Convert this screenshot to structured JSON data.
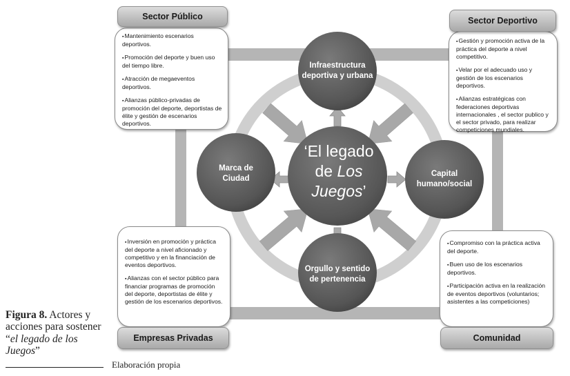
{
  "center": {
    "line1": "‘El legado",
    "line2_prefix": "de ",
    "line2_italic": "Los",
    "line3_italic": "Juegos",
    "line3_suffix": "’"
  },
  "nodes": [
    {
      "id": "infraestructura",
      "label": "Infraestructura deportiva y urbana"
    },
    {
      "id": "capital",
      "label": "Capital humano/social"
    },
    {
      "id": "orgullo",
      "label": "Orgullo y sentido de pertenencia"
    },
    {
      "id": "marca",
      "label": "Marca de Ciudad"
    }
  ],
  "actors": {
    "sector_publico": {
      "title": "Sector Público",
      "items": [
        "Mantenimiento escenarios deportivos.",
        "Promoción del deporte y buen uso del tiempo libre.",
        "Atracción de megaeventos deportivos.",
        "Alianzas público-privadas de promoción del deporte, deportistas de élite y gestión de escenarios deportivos."
      ]
    },
    "sector_deportivo": {
      "title": "Sector Deportivo",
      "items": [
        "Gestión y promoción activa de la práctica del deporte a nivel competitivo.",
        "Velar por el adecuado uso y gestión de los escenarios deportivos.",
        "Alianzas estratégicas con federaciones deportivas internacionales , el sector publico y el sector privado, para realizar competiciones mundiales."
      ]
    },
    "empresas_privadas": {
      "title": "Empresas Privadas",
      "items": [
        "Inversión en promoción y práctica del deporte a nivel aficionado y competitivo y en la financiación de eventos deportivos.",
        "Alianzas con el sector público para financiar programas de promoción del deporte, deportistas de élite y gestión de los escenarios deportivos."
      ]
    },
    "comunidad": {
      "title": "Comunidad",
      "items": [
        "Compromiso con la práctica activa del deporte.",
        "Buen uso de los escenarios deportivos.",
        "Participación activa en la realización de eventos deportivos (voluntarios; asistentes a las competiciones)"
      ]
    }
  },
  "caption": {
    "label": "Figura 8.",
    "text": " Actores y acciones para sostener “",
    "italic": "el legado de los Juegos",
    "end": "”"
  },
  "credit": "Elaboración propia",
  "colors": {
    "node": "#5e5e5e",
    "ring": "#d0d0d0",
    "frame": "#b3b3b3",
    "arrow": "#a6a6a6"
  }
}
